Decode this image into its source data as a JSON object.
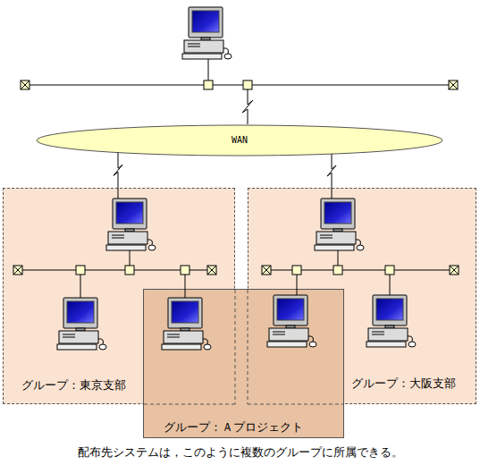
{
  "diagram": {
    "caption": "配布先システムは，このように複数のグループに所属できる。",
    "nodes": [
      {
        "text": [
          "WAN"
        ]
      },
      {
        "text": [
          "グループ：東京支部"
        ]
      },
      {
        "text": [
          "グループ：大阪支部"
        ]
      },
      {
        "text": [
          "グループ：Ａプロジェクト"
        ]
      }
    ],
    "edges": [
      {
        "from": 0,
        "to": 1,
        "arrow": "none"
      },
      {
        "from": 0,
        "to": 2,
        "arrow": "none"
      }
    ]
  }
}
